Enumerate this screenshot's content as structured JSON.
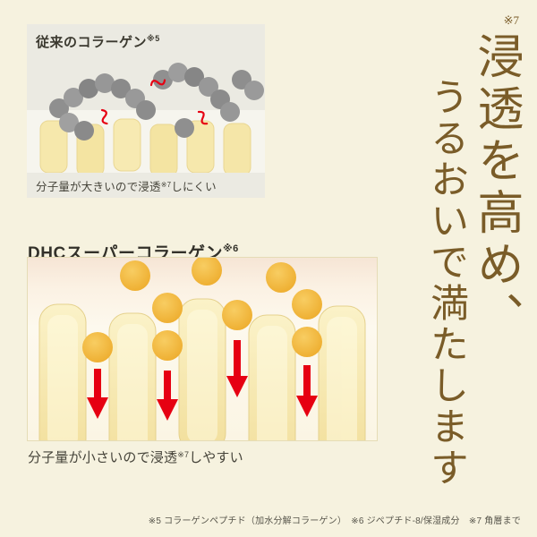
{
  "conventional_panel": {
    "heading": "従来のコラーゲン",
    "heading_note": "※5",
    "caption_pre": "分子量が大きいので浸透",
    "caption_note": "※7",
    "caption_post": "しにくい"
  },
  "dhc_panel": {
    "heading": "DHCスーパーコラーゲン",
    "heading_note": "※6",
    "caption_pre": "分子量が小さいので浸透",
    "caption_note": "※7",
    "caption_post": "しやすい"
  },
  "headline": {
    "note": "※7",
    "line1": "浸透を高め、",
    "line2": "うるおいで満たします"
  },
  "footnote": "※5 コラーゲンペプチド（加水分解コラーゲン）　※6 ジペプチド-8/保湿成分　※7 角層まで",
  "colors": {
    "page_bg": "#f6f2df",
    "panel_gray": "#ebeae2",
    "headline_brown": "#7a5c28",
    "arrow_red": "#e60012",
    "molecule_gray": "#8f8f8f",
    "molecule_yellow": "#efb23a",
    "skin_cell_yellow": "#f5e6a8"
  }
}
